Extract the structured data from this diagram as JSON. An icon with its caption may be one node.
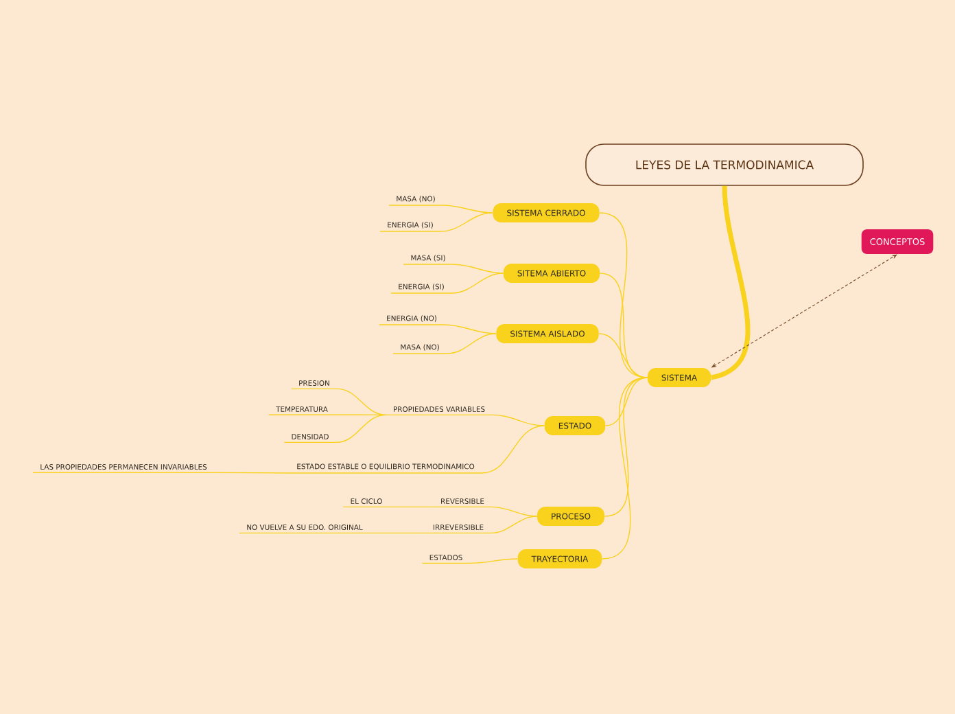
{
  "diagram": {
    "nodes": [
      {
        "text": [
          "LEYES DE LA TERMODINAMICA"
        ]
      },
      {
        "text": [
          "SISTEMA"
        ]
      },
      {
        "text": [
          "CONCEPTOS"
        ]
      },
      {
        "text": [
          "SISTEMA CERRADO"
        ]
      },
      {
        "text": [
          "MASA (NO)"
        ]
      },
      {
        "text": [
          "ENERGIA (SI)"
        ]
      },
      {
        "text": [
          "SITEMA ABIERTO"
        ]
      },
      {
        "text": [
          "MASA (SI)"
        ]
      },
      {
        "text": [
          "ENERGIA (SI)"
        ]
      },
      {
        "text": [
          "SISTEMA AISLADO"
        ]
      },
      {
        "text": [
          "ENERGIA (NO)"
        ]
      },
      {
        "text": [
          "MASA (NO)"
        ]
      },
      {
        "text": [
          "ESTADO"
        ]
      },
      {
        "text": [
          "PROPIEDADES VARIABLES"
        ]
      },
      {
        "text": [
          "PRESION"
        ]
      },
      {
        "text": [
          "TEMPERATURA"
        ]
      },
      {
        "text": [
          "DENSIDAD"
        ]
      },
      {
        "text": [
          "ESTADO ESTABLE O EQUILIBRIO TERMODINAMICO"
        ]
      },
      {
        "text": [
          "LAS PROPIEDADES PERMANECEN INVARIABLES"
        ]
      },
      {
        "text": [
          "PROCESO"
        ]
      },
      {
        "text": [
          "REVERSIBLE"
        ]
      },
      {
        "text": [
          "EL CICLO"
        ]
      },
      {
        "text": [
          "IRREVERSIBLE"
        ]
      },
      {
        "text": [
          "NO VUELVE A SU EDO. ORIGINAL"
        ]
      },
      {
        "text": [
          "TRAYECTORIA"
        ]
      },
      {
        "text": [
          "ESTADOS"
        ]
      }
    ],
    "edges": [
      {
        "from": 0,
        "to": 1,
        "arrow": "none",
        "style": "thick"
      },
      {
        "from": 1,
        "to": 2,
        "arrow": "both",
        "style": "dashed",
        "color": "#7a5230"
      },
      {
        "from": 1,
        "to": 3,
        "arrow": "none"
      },
      {
        "from": 1,
        "to": 6,
        "arrow": "none"
      },
      {
        "from": 1,
        "to": 9,
        "arrow": "none"
      },
      {
        "from": 1,
        "to": 12,
        "arrow": "none"
      },
      {
        "from": 1,
        "to": 19,
        "arrow": "none"
      },
      {
        "from": 1,
        "to": 24,
        "arrow": "none"
      },
      {
        "from": 3,
        "to": 4,
        "arrow": "none"
      },
      {
        "from": 3,
        "to": 5,
        "arrow": "none"
      },
      {
        "from": 6,
        "to": 7,
        "arrow": "none"
      },
      {
        "from": 6,
        "to": 8,
        "arrow": "none"
      },
      {
        "from": 9,
        "to": 10,
        "arrow": "none"
      },
      {
        "from": 9,
        "to": 11,
        "arrow": "none"
      },
      {
        "from": 12,
        "to": 13,
        "arrow": "none"
      },
      {
        "from": 12,
        "to": 17,
        "arrow": "none"
      },
      {
        "from": 13,
        "to": 14,
        "arrow": "none"
      },
      {
        "from": 13,
        "to": 15,
        "arrow": "none"
      },
      {
        "from": 13,
        "to": 16,
        "arrow": "none"
      },
      {
        "from": 17,
        "to": 18,
        "arrow": "none"
      },
      {
        "from": 19,
        "to": 20,
        "arrow": "none"
      },
      {
        "from": 19,
        "to": 22,
        "arrow": "none"
      },
      {
        "from": 20,
        "to": 21,
        "arrow": "none"
      },
      {
        "from": 22,
        "to": 23,
        "arrow": "none"
      },
      {
        "from": 24,
        "to": 25,
        "arrow": "none"
      }
    ]
  }
}
